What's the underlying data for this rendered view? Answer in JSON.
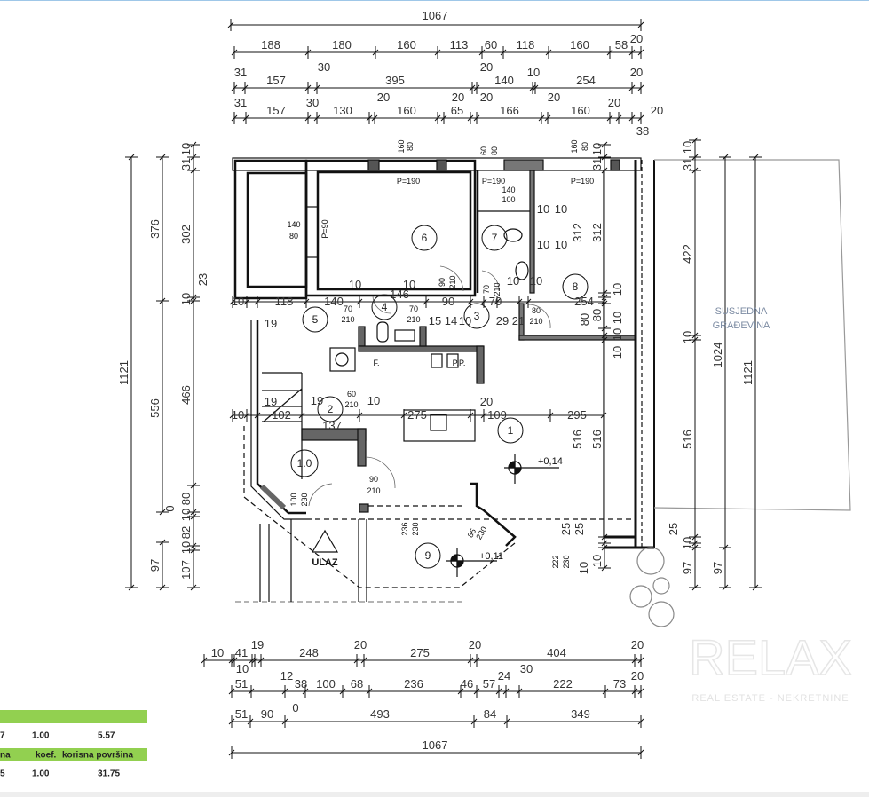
{
  "dimensions": {
    "top": [
      [
        "1067"
      ],
      [
        "188",
        "180",
        "160",
        "113",
        "60",
        "118",
        "160",
        "58",
        "20"
      ],
      [
        "31",
        "157",
        "30",
        "395",
        "20",
        "140",
        "10",
        "254",
        "20"
      ],
      [
        "31",
        "157",
        "30",
        "130",
        "20",
        "160",
        "20",
        "65",
        "20",
        "166",
        "20",
        "160",
        "20",
        "20",
        "38"
      ]
    ],
    "bottom": [
      [
        "10",
        "41",
        "19",
        "248",
        "20",
        "275",
        "20",
        "404",
        "20",
        "10"
      ],
      [
        "51",
        "12",
        "38",
        "100",
        "68",
        "236",
        "46",
        "57",
        "24",
        "30",
        "222",
        "73",
        "20",
        "0"
      ],
      [
        "51",
        "90",
        "493",
        "84",
        "349"
      ],
      [
        "1067"
      ]
    ],
    "left": [
      [
        "1121"
      ],
      [
        "376",
        "556",
        "97"
      ],
      [
        "10",
        "31",
        "302",
        "23",
        "10",
        "466",
        "80",
        "0",
        "10",
        "82",
        "10",
        "107"
      ]
    ],
    "right_inner": [
      "10",
      "31",
      "312",
      "10",
      "10",
      "80",
      "10",
      "10",
      "516",
      "25",
      "10"
    ],
    "right": [
      [
        "10",
        "31",
        "422",
        "10",
        "516",
        "25",
        "10",
        "97"
      ],
      [
        "1024",
        "97"
      ],
      [
        "1121"
      ]
    ]
  },
  "plan": {
    "rooms": [
      "1",
      "1.0",
      "2",
      "3",
      "4",
      "5",
      "6",
      "7",
      "8",
      "9"
    ],
    "openings": [
      "160",
      "80",
      "60",
      "80",
      "160",
      "80",
      "P=190",
      "P=190",
      "P=190",
      "140",
      "100",
      "140",
      "80",
      "P=90",
      "90",
      "210",
      "70",
      "210",
      "70",
      "210",
      "70",
      "210",
      "80",
      "210",
      "60",
      "210",
      "90",
      "210",
      "100",
      "230",
      "236",
      "230",
      "85",
      "230",
      "222",
      "230"
    ],
    "interior_dims": [
      "10",
      "118",
      "140",
      "146",
      "10",
      "10",
      "90",
      "70",
      "15",
      "14",
      "10",
      "29",
      "21",
      "10",
      "10",
      "254",
      "10",
      "10",
      "10",
      "10",
      "19",
      "19",
      "10",
      "102",
      "19",
      "137",
      "10",
      "20",
      "275",
      "109",
      "295",
      "312",
      "516",
      "25",
      "10",
      "80"
    ],
    "fixtures": [
      "F.",
      "P.P."
    ],
    "levels": [
      "+0,14",
      "+0,11"
    ],
    "entrance": "ULAZ",
    "neighbor": [
      "SUSJEDNA",
      "GRAĐEVINA"
    ],
    "watermark": [
      "RELAX",
      "REAL ESTATE - NEKRETNINE"
    ]
  },
  "table": {
    "header_color": "#92d050",
    "rows": [
      {
        "type": "bar",
        "cells": [
          "",
          "",
          ""
        ]
      },
      {
        "type": "row",
        "cells": [
          "7",
          "1.00",
          "5.57"
        ]
      },
      {
        "type": "bar",
        "cells": [
          "na",
          "koef.",
          "korisna površina"
        ]
      },
      {
        "type": "row",
        "cells": [
          "5",
          "1.00",
          "31.75"
        ]
      }
    ]
  }
}
